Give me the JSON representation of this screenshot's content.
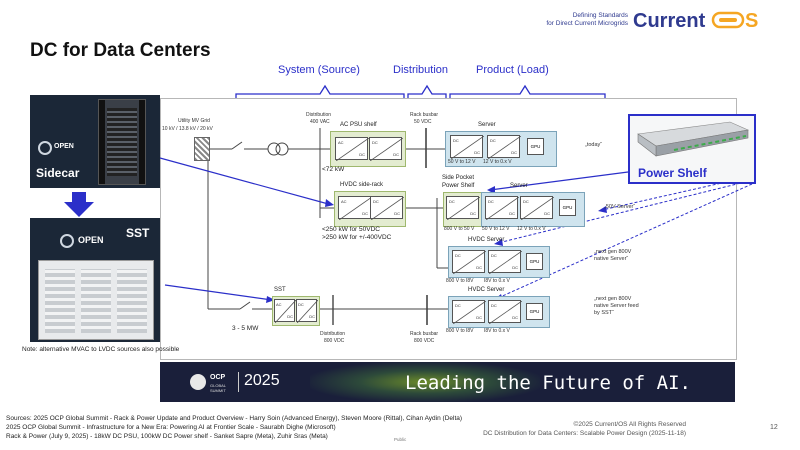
{
  "header": {
    "tagline_line1": "Defining Standards",
    "tagline_line2": "for Direct Current Microgrids",
    "logo": "Current/OS"
  },
  "title": "DC for Data Centers",
  "braces": {
    "system": "System (Source)",
    "distribution": "Distribution",
    "product": "Product (Load)"
  },
  "left": {
    "sidecar": "Sidecar",
    "sst": "SST",
    "open_logo": "OPEN",
    "note": "Note: alternative MVAC to LVDC sources also possible"
  },
  "power_shelf": "Power Shelf",
  "diagram": {
    "utility": "Utility MV Grid",
    "utility_kv": "10 kV / 13.8 kV / 20 kV",
    "dist_top": "Distribution",
    "dist_top_v": "400 VAC",
    "ac_psu_shelf": "AC PSU shelf",
    "lt72": "<72 kW",
    "rack_busbar_top": "Rack busbar",
    "rack_busbar_top_v": "50 VDC",
    "server": "Server",
    "server2": "Server",
    "hvdc_side_rack": "HVDC side-rack",
    "side_pocket": "Side Pocket",
    "power_shelf_lbl": "Power Shelf",
    "lt250_a": "<250 kW for 50VDC",
    "lt250_b": ">250 kW for +/-400VDC",
    "hvdc_server_1": "HVDC Server",
    "hvdc_server_2": "HVDC Server",
    "sst_lbl": "SST",
    "mw": "3 - 5 MW",
    "dist_bottom": "Distribution",
    "dist_bottom_v": "800 VDC",
    "rack_busbar_bottom": "Rack busbar",
    "rack_busbar_bottom_v": "800 VDC",
    "ac": "AC",
    "dc": "DC",
    "gpu": "GPU",
    "v_50_12": "50 V to 12 V",
    "v_12_0": "12 V to 0.x V",
    "v_800_50": "800 V to 50 V",
    "v_50_12b": "50 V to 12 V",
    "v_12_0b": "12 V to 0.x V",
    "v_800_18": "800 V to I8V",
    "v_18_0": "I8V to 0.x V",
    "v_800_18b": "800 V to I8V",
    "v_18_0b": "I8V to 0.x V",
    "q_today": "„today“",
    "q_50v": "„50V Server“",
    "q_next1": "„next gen 800V native Server“",
    "q_next2": "„next gen 800V native Server feed by SST“"
  },
  "banner": {
    "ocp": "OCP",
    "summit": "GLOBAL SUMMIT",
    "year": "2025",
    "slogan": "Leading the Future of AI."
  },
  "footer": {
    "line1": "Sources: 2025 OCP Global Summit - Rack & Power Update and Product Overview - Harry Soin (Advanced Energy), Steven Moore (Rittal), Cihan Aydin (Delta)",
    "line2": "2025 OCP Global Summit  - Infrastructure for a New Era: Powering AI at Frontier Scale - Saurabh Dighe (Microsoft)",
    "line3": "Rack & Power (July 9, 2025) - 18kW DC PSU, 100kW DC Power shelf - Sanket Sapre (Meta), Zuhir Sras (Meta)",
    "public": "Public",
    "copyright": "©2025 Current/OS All Rights Reserved",
    "subtitle": "DC Distribution for Data Centers: Scalable Power Design (2025-11-18)",
    "page": "12"
  },
  "colors": {
    "accent_blue": "#2b2fc9",
    "logo_orange": "#f5a623",
    "dark_navy": "#2f3a8f"
  }
}
